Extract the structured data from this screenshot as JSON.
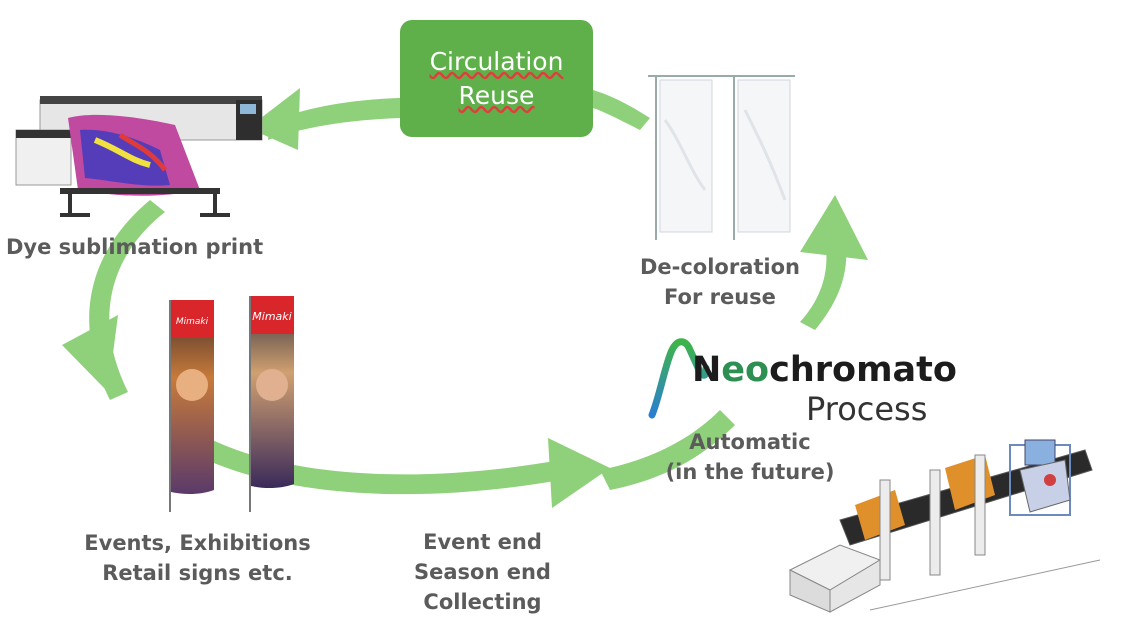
{
  "reuse_box": {
    "line1": "Circulation",
    "line2": "Reuse"
  },
  "labels": {
    "printer": "Dye sublimation print",
    "decoloration": [
      "De-coloration",
      "For reuse"
    ],
    "automatic": [
      "Automatic",
      "(in the future)"
    ],
    "events": [
      "Events, Exhibitions",
      "Retail signs etc."
    ],
    "collecting": [
      "Event end",
      "Season end",
      "Collecting"
    ]
  },
  "logo": {
    "brand_prefix": "N",
    "brand_green": "eo",
    "brand_rest": "chromato",
    "process": "Process"
  },
  "flag_brand": "Mimaki",
  "colors": {
    "cycle_arrow": "#8fd07a",
    "reuse_box": "#5fb04a",
    "label_text": "#5b5b5b",
    "flag_red": "#d8262a",
    "logo_gradient_start": "#2a7fd1",
    "logo_gradient_end": "#3fb44a"
  },
  "icons": [
    "printer-image",
    "white-banner-image",
    "flag-banner-image",
    "machine-diagram-image"
  ]
}
